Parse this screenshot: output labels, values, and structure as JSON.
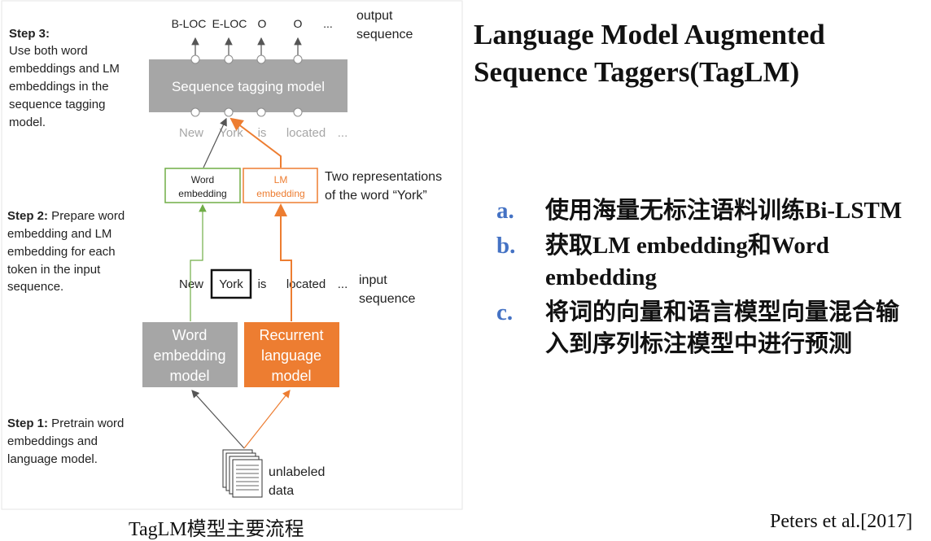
{
  "title": {
    "line1": "Language Model Augmented",
    "line2": "Sequence Taggers(TagLM)"
  },
  "bullets": [
    {
      "marker": "a.",
      "text": "使用海量无标注语料训练Bi-LSTM"
    },
    {
      "marker": "b.",
      "text": "获取LM embedding和Word embedding"
    },
    {
      "marker": "c.",
      "text": "将词的向量和语言模型向量混合输入到序列标注模型中进行预测"
    }
  ],
  "caption": "TagLM模型主要流程",
  "citation": "Peters et al.[2017]",
  "diagram": {
    "step3": {
      "heading": "Step 3:",
      "lines": [
        "Use both word",
        "embeddings and LM",
        "embeddings in the",
        "sequence tagging",
        "model."
      ]
    },
    "step2": {
      "heading": "Step 2:",
      "first": " Prepare word",
      "lines": [
        "embedding and LM",
        "embedding for each",
        "token in the input",
        "sequence."
      ]
    },
    "step1": {
      "heading": "Step 1:",
      "first": " Pretrain word",
      "lines": [
        "embeddings and",
        "language model."
      ]
    },
    "output_labels": [
      "B-LOC",
      "E-LOC",
      "O",
      "O",
      "..."
    ],
    "output_caption": [
      "output",
      "sequence"
    ],
    "tagging_model": "Sequence tagging model",
    "tagger_inputs": [
      "New",
      "York",
      "is",
      "located",
      "..."
    ],
    "word_emb_box": [
      "Word",
      "embedding"
    ],
    "lm_emb_box": [
      "LM",
      "embedding"
    ],
    "two_repr": [
      "Two representations",
      "of the word “York”"
    ],
    "input_tokens": [
      "New",
      "York",
      "is",
      "located",
      "..."
    ],
    "input_caption": [
      "input",
      "sequence"
    ],
    "word_model": [
      "Word",
      "embedding",
      "model"
    ],
    "lm_model": [
      "Recurrent",
      "language",
      "model"
    ],
    "unlabeled": [
      "unlabeled",
      "data"
    ],
    "colors": {
      "gray_box": "#a6a6a6",
      "orange": "#ed7d31",
      "green": "#70ad47",
      "dark_gray": "#7f7f7f"
    }
  }
}
